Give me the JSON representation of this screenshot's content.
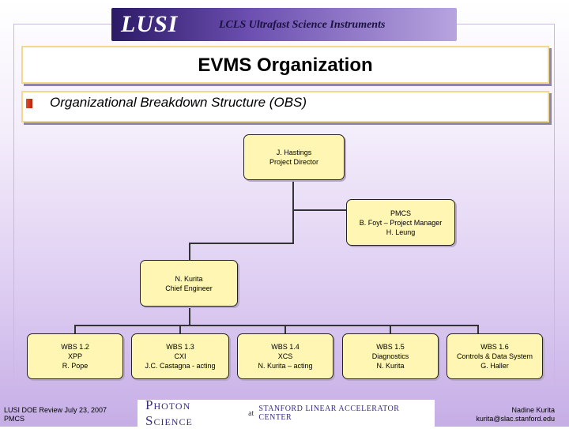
{
  "header": {
    "logo_text": "LUSI",
    "subtitle": "LCLS Ultrafast Science Instruments"
  },
  "slide": {
    "title": "EVMS Organization",
    "subtitle": "Organizational Breakdown Structure (OBS)"
  },
  "org_chart": {
    "director": {
      "line1": "J. Hastings",
      "line2": "Project Director"
    },
    "pmcs": {
      "line1": "PMCS",
      "line2": "B. Foyt – Project Manager",
      "line3": "H. Leung"
    },
    "chief_engineer": {
      "line1": "N. Kurita",
      "line2": "Chief Engineer"
    },
    "wbs": [
      {
        "code": "WBS 1.2",
        "name": "XPP",
        "lead": "R. Pope"
      },
      {
        "code": "WBS 1.3",
        "name": "CXI",
        "lead": "J.C. Castagna - acting"
      },
      {
        "code": "WBS 1.4",
        "name": "XCS",
        "lead": "N. Kurita – acting"
      },
      {
        "code": "WBS 1.5",
        "name": "Diagnostics",
        "lead": "N. Kurita"
      },
      {
        "code": "WBS 1.6",
        "name": "Controls & Data System",
        "lead": "G. Haller"
      }
    ]
  },
  "footer": {
    "left_line1": "LUSI DOE Review July 23, 2007",
    "left_line2": "PMCS",
    "center_main": "Photon Science",
    "center_at": "at",
    "center_org": "STANFORD LINEAR ACCELERATOR CENTER",
    "right_line1": "Nadine Kurita",
    "right_line2": "kurita@slac.stanford.edu"
  }
}
